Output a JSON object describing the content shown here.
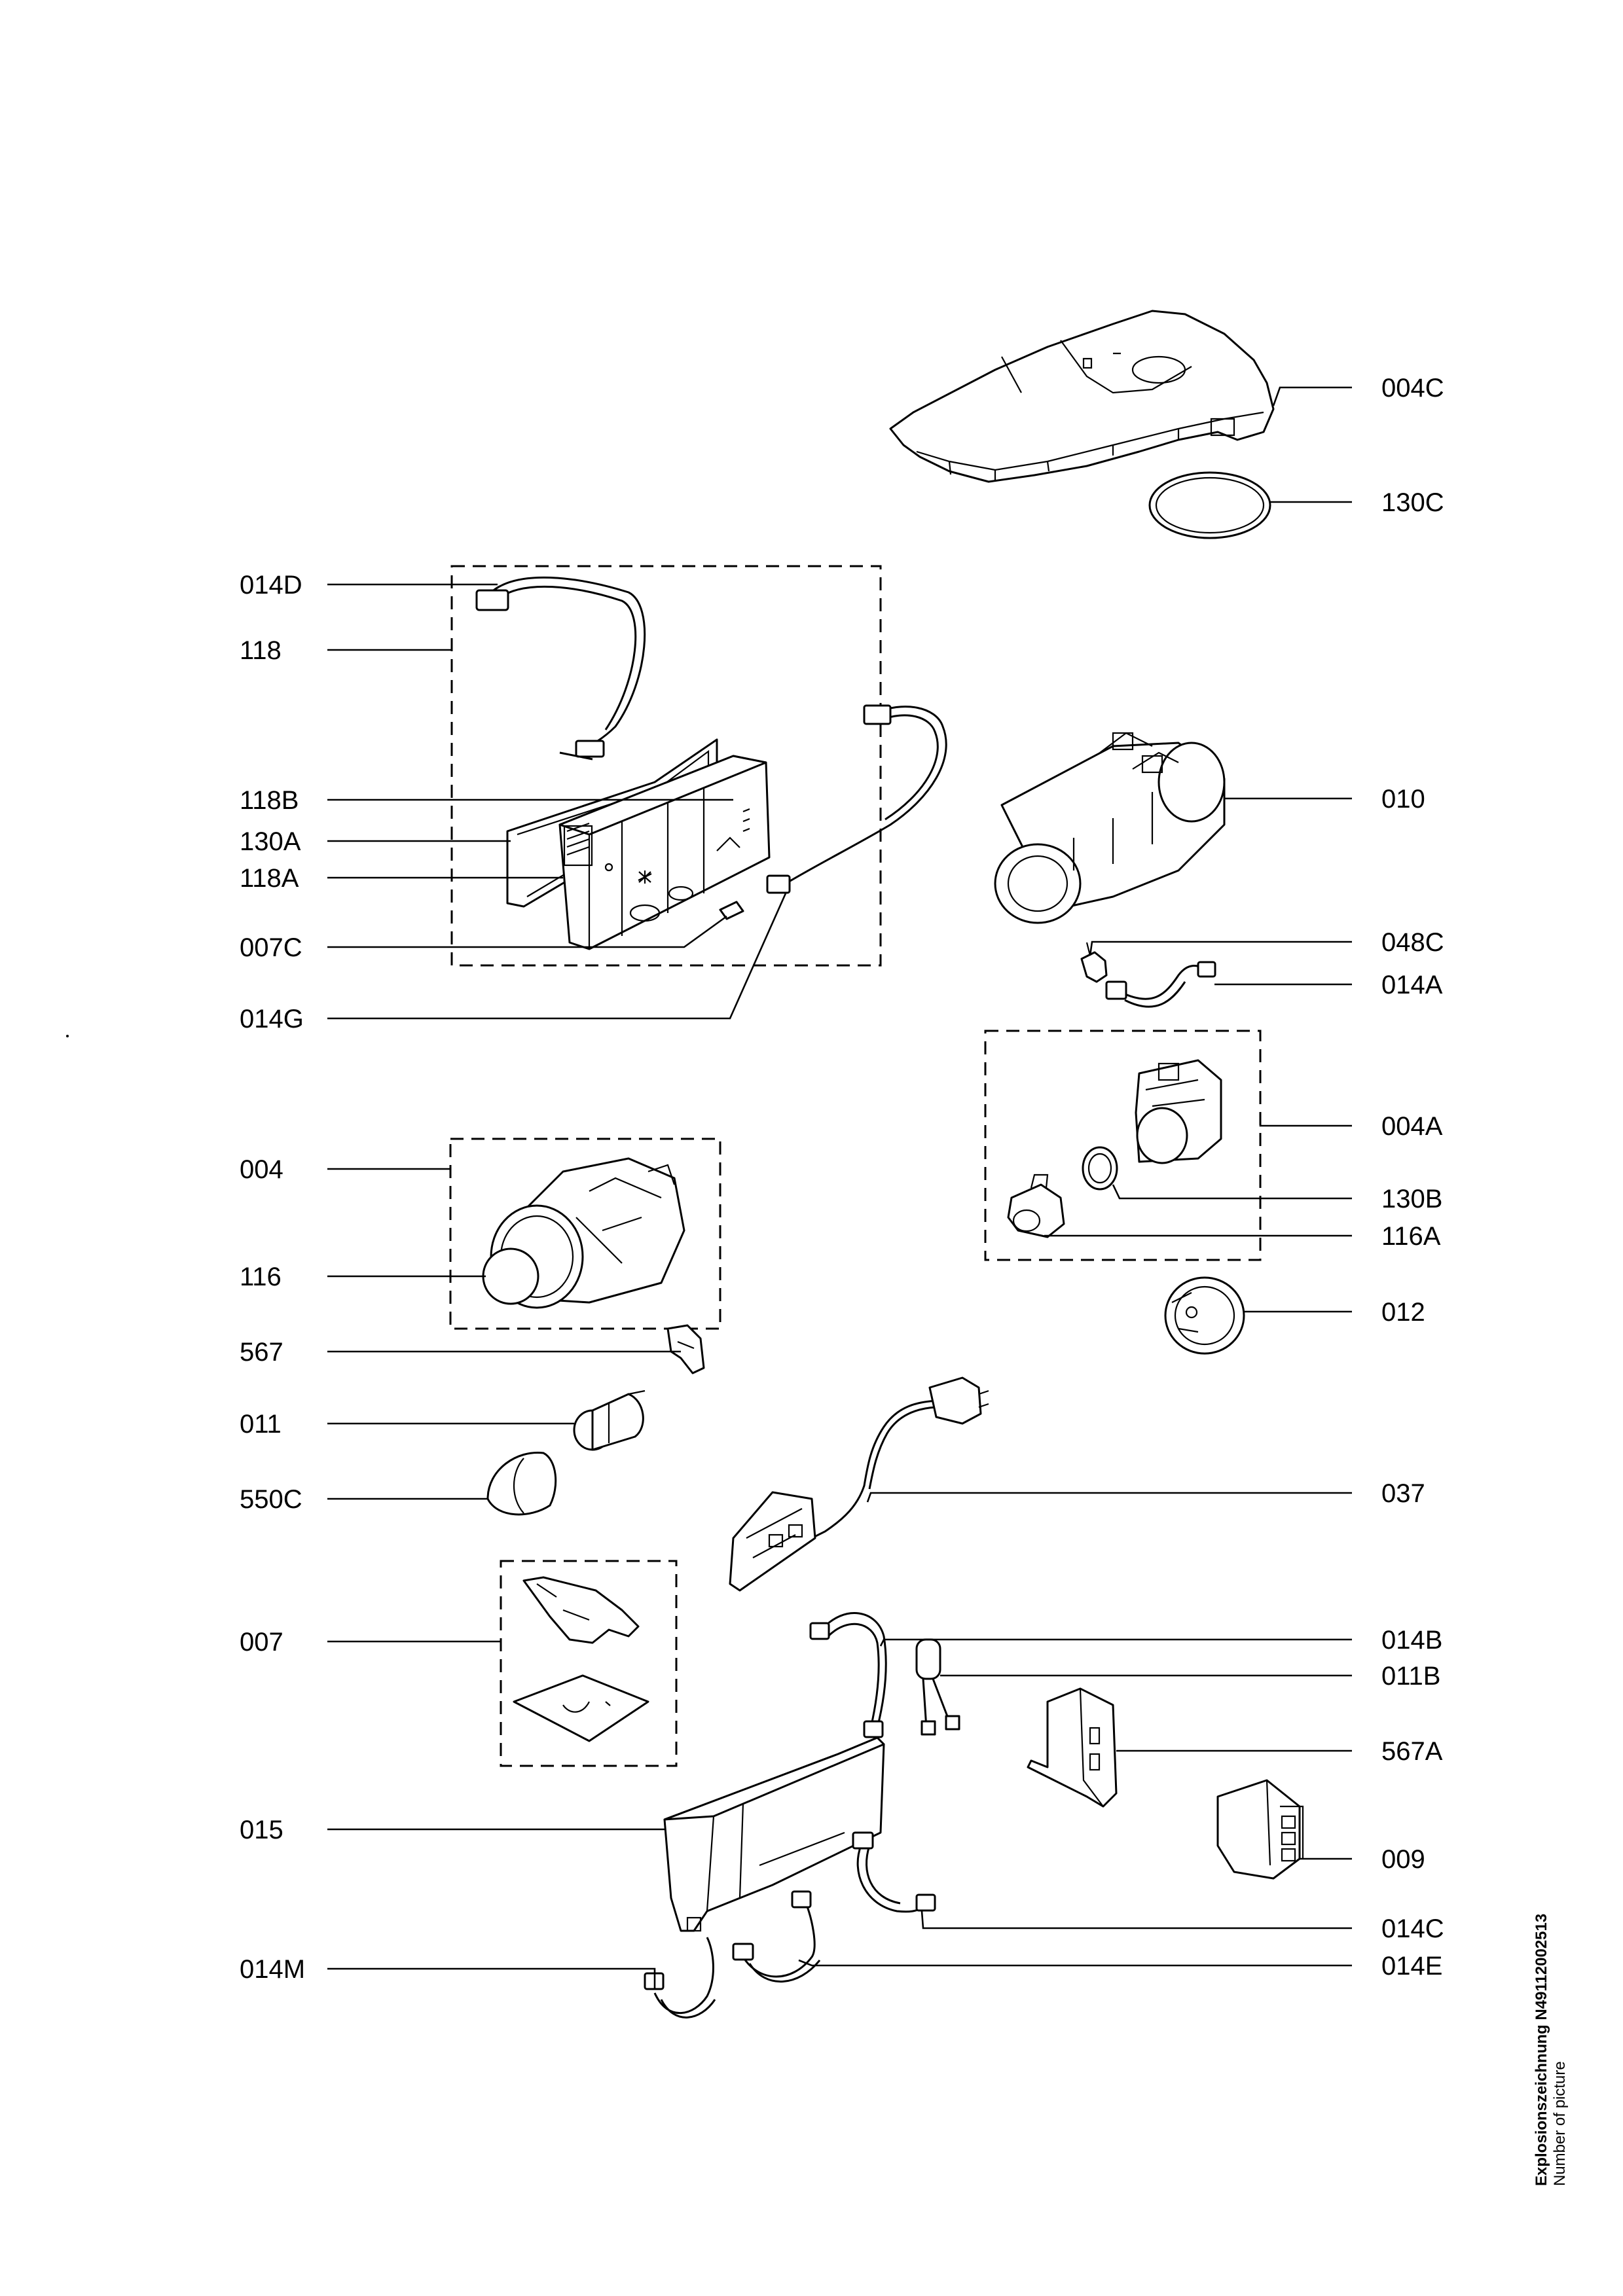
{
  "callouts": {
    "c004C": "004C",
    "c130C": "130C",
    "c014D": "014D",
    "c118": "118",
    "c118B": "118B",
    "c130A": "130A",
    "c118A": "118A",
    "c007C": "007C",
    "c014G": "014G",
    "c010": "010",
    "c048C": "048C",
    "c014A": "014A",
    "c004A": "004A",
    "c130B": "130B",
    "c116A": "116A",
    "c012": "012",
    "c004": "004",
    "c116": "116",
    "c567": "567",
    "c011": "011",
    "c550C": "550C",
    "c037": "037",
    "c007": "007",
    "c014B": "014B",
    "c011B": "011B",
    "c567A": "567A",
    "c015": "015",
    "c009": "009",
    "c014C": "014C",
    "c014M": "014M",
    "c014E": "014E"
  },
  "side": {
    "title": "Explosionszeichnung N49112002513",
    "subtitle": "Number of picture"
  }
}
